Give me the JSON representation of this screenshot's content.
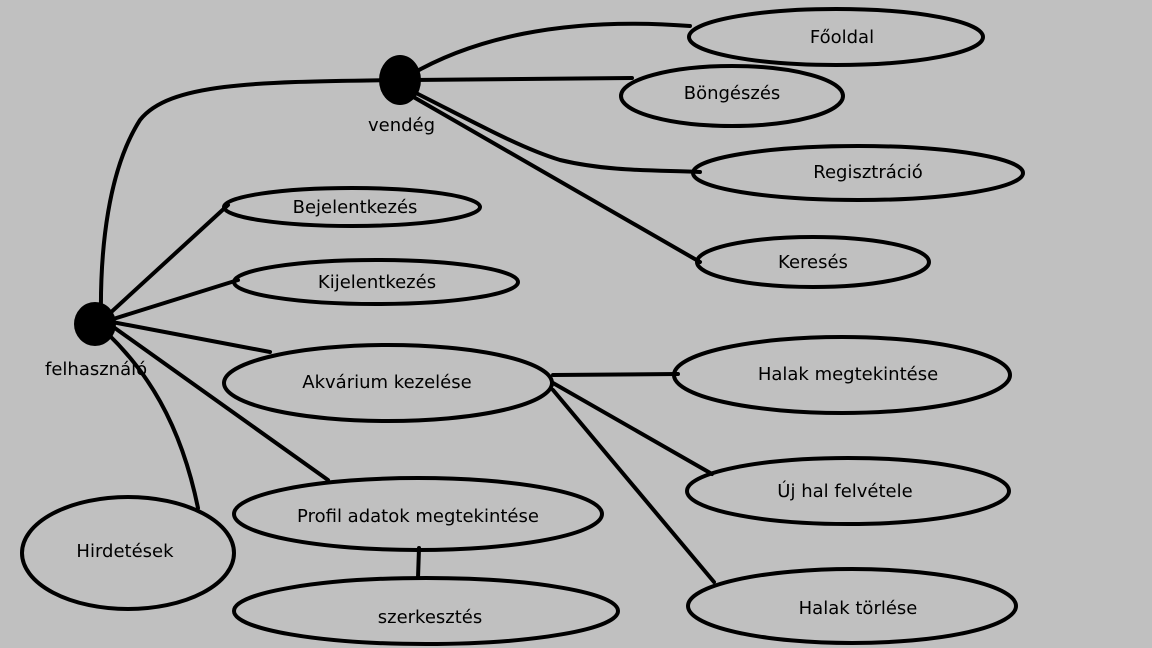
{
  "actors": {
    "guest": "vendég",
    "user": "felhasználó"
  },
  "use_cases": {
    "home": "Főoldal",
    "browse": "Böngészés",
    "register": "Regisztráció",
    "search": "Keresés",
    "login": "Bejelentkezés",
    "logout": "Kijelentkezés",
    "aquarium": "Akvárium kezelése",
    "view_fish": "Halak megtekintése",
    "new_fish": "Új hal felvétele",
    "delete_fish": "Halak törlése",
    "profile": "Profil adatok megtekintése",
    "edit": "szerkesztés",
    "ads": "Hirdetések"
  }
}
